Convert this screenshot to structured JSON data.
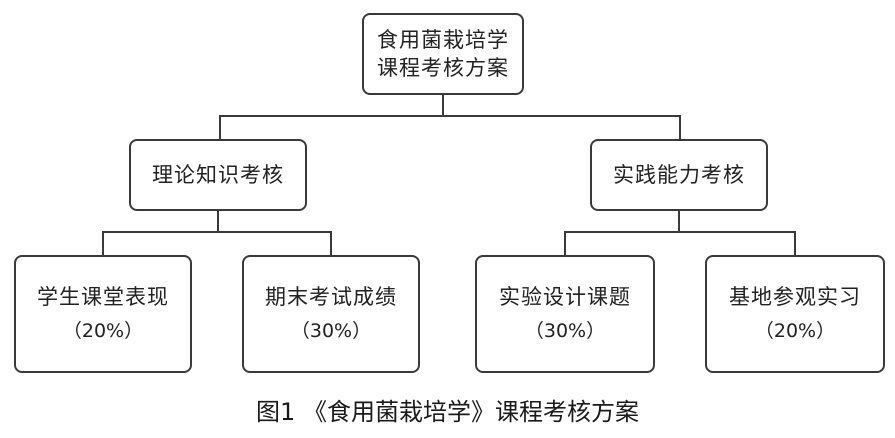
{
  "root": {
    "line1": "食用菌栽培学",
    "line2": "课程考核方案"
  },
  "branches": [
    {
      "label": "理论知识考核",
      "children": [
        {
          "label": "学生课堂表现",
          "weight": "（20%）"
        },
        {
          "label": "期末考试成绩",
          "weight": "（30%）"
        }
      ]
    },
    {
      "label": "实践能力考核",
      "children": [
        {
          "label": "实验设计课题",
          "weight": "（30%）"
        },
        {
          "label": "基地参观实习",
          "weight": "（20%）"
        }
      ]
    }
  ],
  "caption": "图1 《食用菌栽培学》课程考核方案"
}
